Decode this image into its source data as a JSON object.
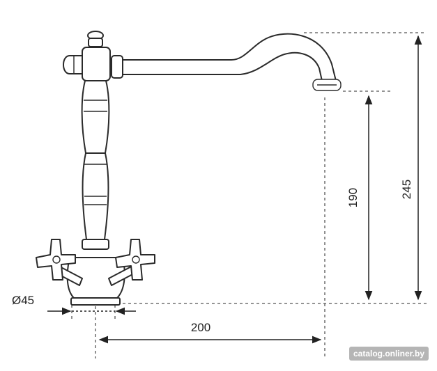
{
  "dimensions": {
    "base_diameter": "Ø45",
    "spout_reach": "200",
    "spout_height": "190",
    "total_height": "245"
  },
  "watermark": "catalog.onliner.by",
  "colors": {
    "line": "#2a2a2a",
    "background": "#ffffff"
  }
}
